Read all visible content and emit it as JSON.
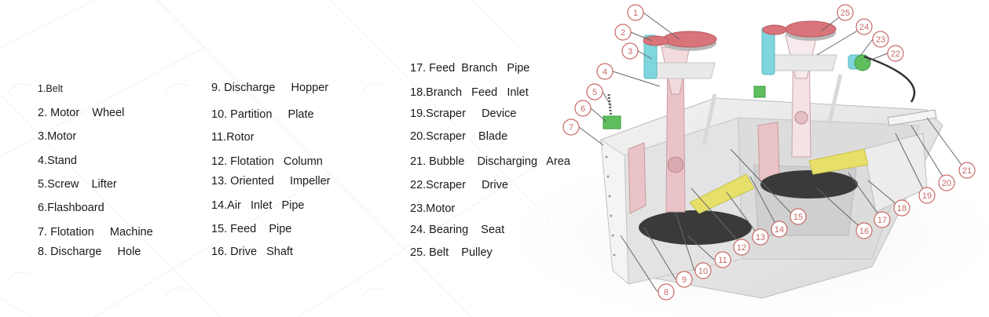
{
  "legend": {
    "items": [
      {
        "label": "1.Belt"
      },
      {
        "label": "2. Motor    Wheel"
      },
      {
        "label": "3.Motor"
      },
      {
        "label": "4.Stand"
      },
      {
        "label": "5.Screw    Lifter"
      },
      {
        "label": "6.Flashboard"
      },
      {
        "label": "7. Flotation     Machine"
      },
      {
        "label": "8. Discharge     Hole"
      },
      {
        "label": "9. Discharge     Hopper"
      },
      {
        "label": "10. Partition     Plate"
      },
      {
        "label": "11.Rotor"
      },
      {
        "label": "12. Flotation   Column"
      },
      {
        "label": "13. Oriented     Impeller"
      },
      {
        "label": "14.Air   Inlet   Pipe"
      },
      {
        "label": "15. Feed    Pipe"
      },
      {
        "label": "16. Drive   Shaft"
      },
      {
        "label": "17. Feed  Branch   Pipe"
      },
      {
        "label": "18.Branch   Feed   Inlet"
      },
      {
        "label": "19.Scraper     Device"
      },
      {
        "label": "20.Scraper    Blade"
      },
      {
        "label": "21. Bubble    Discharging   Area"
      },
      {
        "label": "22.Scraper     Drive"
      },
      {
        "label": "23.Motor"
      },
      {
        "label": "24. Bearing    Seat"
      },
      {
        "label": "25. Belt    Pulley"
      }
    ]
  },
  "callouts": [
    "1",
    "2",
    "3",
    "4",
    "5",
    "6",
    "7",
    "8",
    "9",
    "10",
    "11",
    "12",
    "13",
    "14",
    "15",
    "16",
    "17",
    "18",
    "19",
    "20",
    "21",
    "22",
    "23",
    "24",
    "25"
  ],
  "colors": {
    "callout_stroke": "#c96a66",
    "pulley_red": "#d9747a",
    "motor_cyan": "#7fd6de",
    "body_gray": "#e6e6e6",
    "impeller_yellow": "#e6e06a",
    "rotor_pink": "#e9c3c8",
    "base_dark": "#3a3a3a",
    "green": "#5fbf5f"
  }
}
